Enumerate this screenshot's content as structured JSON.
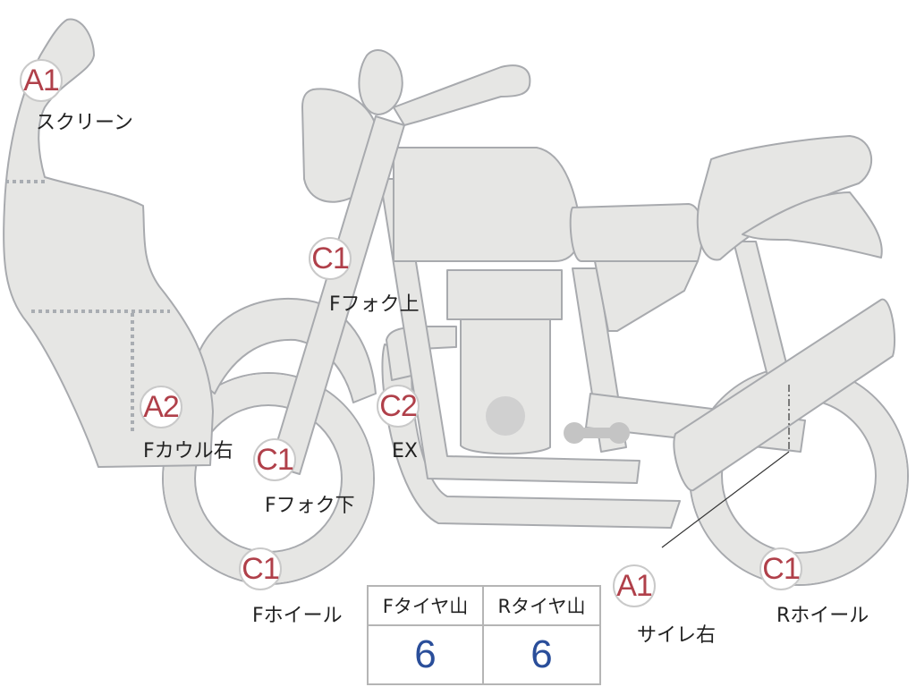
{
  "colors": {
    "part_fill": "#e6e6e4",
    "part_stroke": "#a8aaae",
    "badge_text": "#b0404a",
    "value_text": "#2a4e9a"
  },
  "markers": [
    {
      "id": "screen",
      "code": "A1",
      "label": "スクリーン"
    },
    {
      "id": "f-fork-upper",
      "code": "C1",
      "label": "Fフォク上"
    },
    {
      "id": "f-cowl-right",
      "code": "A2",
      "label": "Fカウル右"
    },
    {
      "id": "ex",
      "code": "C2",
      "label": "EX"
    },
    {
      "id": "f-fork-lower",
      "code": "C1",
      "label": "Fフォク下"
    },
    {
      "id": "f-wheel",
      "code": "C1",
      "label": "Fホイール"
    },
    {
      "id": "muffler-right",
      "code": "A1",
      "label": "サイレ右"
    },
    {
      "id": "r-wheel",
      "code": "C1",
      "label": "Rホイール"
    }
  ],
  "tire_table": {
    "headers": [
      "Fタイヤ山",
      "Rタイヤ山"
    ],
    "values": [
      "6",
      "6"
    ]
  }
}
